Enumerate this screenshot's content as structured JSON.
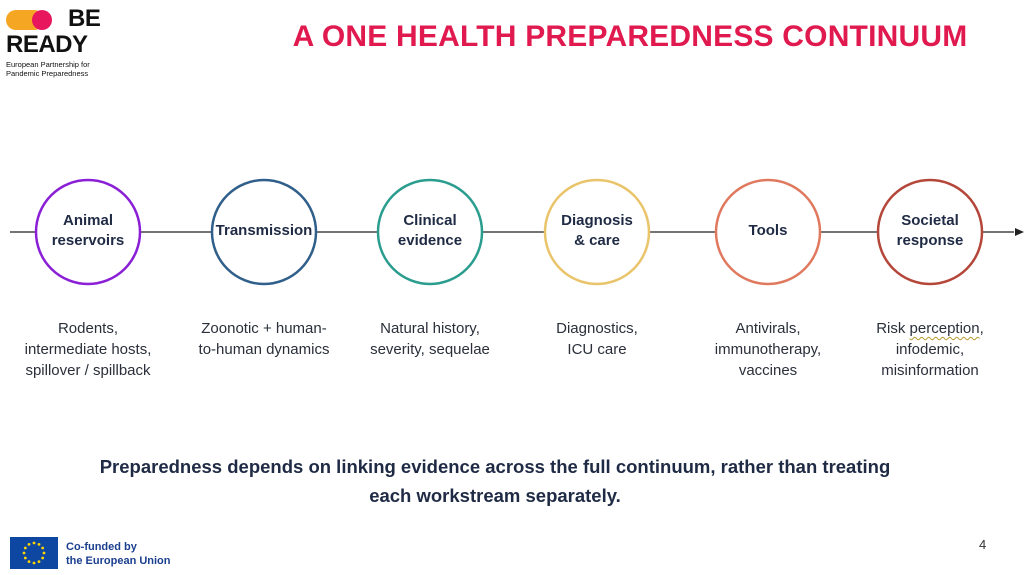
{
  "header": {
    "logo_be": "BE",
    "logo_ready": "READY",
    "logo_subtitle_line1": "European Partnership for",
    "logo_subtitle_line2": "Pandemic Preparedness",
    "title": "A ONE HEALTH PREPAREDNESS CONTINUUM"
  },
  "stages": [
    {
      "label_lines": [
        "Animal",
        "reservoirs"
      ],
      "color": "#8b1fd6",
      "desc_lines": [
        "Rodents,",
        "intermediate hosts,",
        "spillover / spillback"
      ]
    },
    {
      "label_lines": [
        "Transmission"
      ],
      "color": "#2f5f8a",
      "desc_lines": [
        "Zoonotic + human-",
        "to-human dynamics"
      ]
    },
    {
      "label_lines": [
        "Clinical",
        "evidence"
      ],
      "color": "#2a9d8f",
      "desc_lines": [
        "Natural history,",
        "severity, sequelae"
      ]
    },
    {
      "label_lines": [
        "Diagnosis",
        "& care"
      ],
      "color": "#e9c46a",
      "desc_lines": [
        "Diagnostics,",
        "ICU care"
      ]
    },
    {
      "label_lines": [
        "Tools"
      ],
      "color": "#e07a5f",
      "desc_lines": [
        "Antivirals,",
        "immunotherapy,",
        "vaccines"
      ]
    },
    {
      "label_lines": [
        "Societal",
        "response"
      ],
      "color": "#b5473a",
      "desc_lines": [
        "Risk perception,",
        "infodemic,",
        "misinformation"
      ]
    }
  ],
  "footer": {
    "statement_line1": "Preparedness depends on linking evidence across the full continuum, rather than treating",
    "statement_line2": "each workstream separately.",
    "eu_line1": "Co-funded by",
    "eu_line2": "the European Union",
    "page_number": "4"
  }
}
